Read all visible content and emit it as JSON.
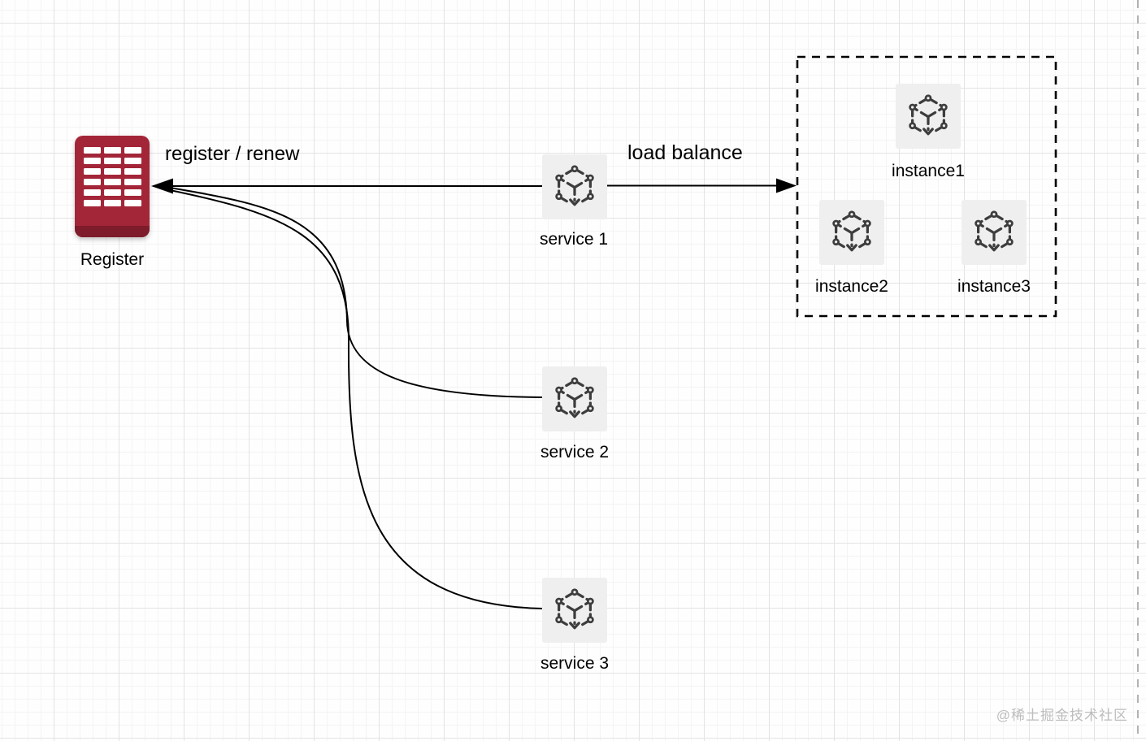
{
  "diagram": {
    "type": "service-registry-architecture",
    "nodes": {
      "register": {
        "label": "Register",
        "icon": "registry-building-icon",
        "color": "#a32638"
      },
      "services": [
        {
          "label": "service 1",
          "icon": "cube-node-icon"
        },
        {
          "label": "service 2",
          "icon": "cube-node-icon"
        },
        {
          "label": "service 3",
          "icon": "cube-node-icon"
        }
      ],
      "instances": [
        {
          "label": "instance1",
          "icon": "cube-node-icon"
        },
        {
          "label": "instance2",
          "icon": "cube-node-icon"
        },
        {
          "label": "instance3",
          "icon": "cube-node-icon"
        }
      ]
    },
    "edges": {
      "register_renew": {
        "label": "register / renew",
        "from": "services",
        "to": "register",
        "arrow": "left"
      },
      "load_balance": {
        "label": "load balance",
        "from": "service 1",
        "to": "instances-group",
        "arrow": "right"
      }
    },
    "groups": {
      "instances_box": {
        "style": "dashed",
        "contains": [
          "instance1",
          "instance2",
          "instance3"
        ]
      }
    },
    "colors": {
      "register_red": "#a32638",
      "register_red_dark": "#7e1c2b",
      "node_tile_bg": "#efefef",
      "cube_stroke": "#3d3d3d",
      "edge_line": "#000000",
      "grid_major": "#e3e3e3",
      "grid_minor": "#f4f4f4",
      "page_boundary": "#b3b3b3",
      "watermark": "#bdbdbd"
    }
  },
  "page": {
    "watermark": "@稀土掘金技术社区"
  }
}
